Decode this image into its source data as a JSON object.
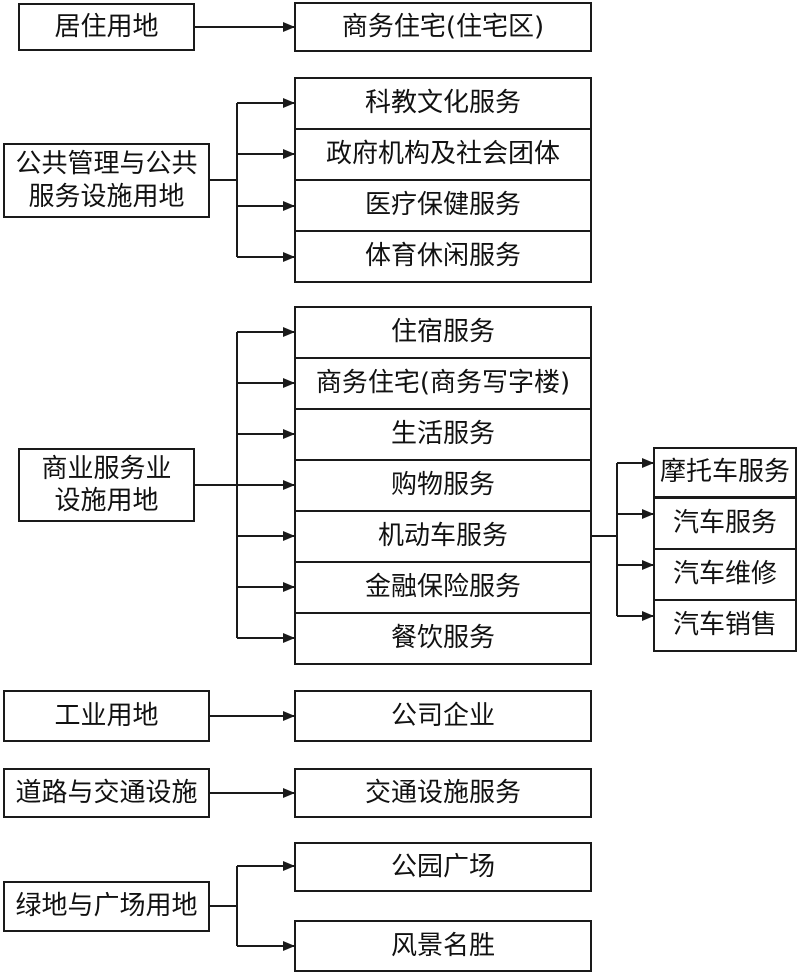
{
  "categories": [
    {
      "label": "居住用地",
      "targets": [
        "商务住宅(住宅区)"
      ]
    },
    {
      "label_lines": [
        "公共管理与公共",
        "服务设施用地"
      ],
      "targets": [
        "科教文化服务",
        "政府机构及社会团体",
        "医疗保健服务",
        "体育休闲服务"
      ]
    },
    {
      "label_lines": [
        "商业服务业",
        "设施用地"
      ],
      "targets": [
        "住宿服务",
        "商务住宅(商务写字楼)",
        "生活服务",
        "购物服务",
        "机动车服务",
        "金融保险服务",
        "餐饮服务"
      ],
      "subgroup": {
        "parent": "机动车服务",
        "items": [
          "摩托车服务",
          "汽车服务",
          "汽车维修",
          "汽车销售"
        ]
      }
    },
    {
      "label": "工业用地",
      "targets": [
        "公司企业"
      ]
    },
    {
      "label": "道路与交通设施",
      "targets": [
        "交通设施服务"
      ]
    },
    {
      "label": "绿地与广场用地",
      "targets": [
        "公园广场",
        "风景名胜"
      ]
    }
  ],
  "colors": {
    "line": "#1a1a1a",
    "box_border": "#1a1a1a",
    "text": "#111111",
    "background": "#ffffff"
  }
}
